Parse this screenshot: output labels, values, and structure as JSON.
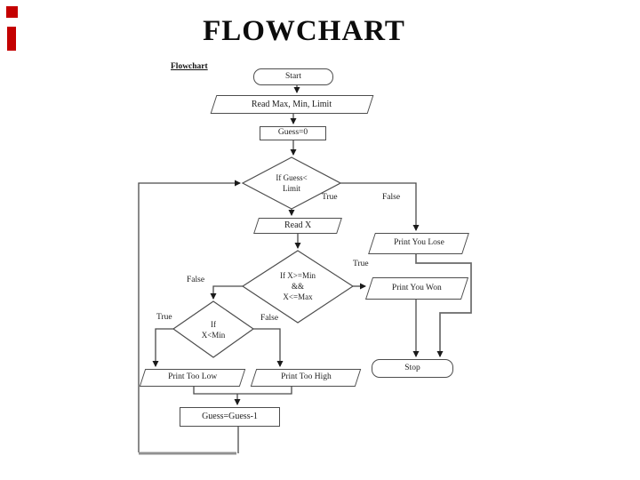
{
  "title": "FLOWCHART",
  "section_label": "Flowchart",
  "decorations": {
    "red_square_color": "#c40000",
    "red_bar_color": "#c40000"
  },
  "flowchart": {
    "nodes": {
      "start": {
        "type": "terminator",
        "label": "Start"
      },
      "read_max": {
        "type": "io",
        "label": "Read Max, Min, Limit"
      },
      "guess_init": {
        "type": "process",
        "label": "Guess=0"
      },
      "decision_limit": {
        "type": "decision",
        "label": "If Guess<\nLimit"
      },
      "read_x": {
        "type": "io",
        "label": "Read X"
      },
      "print_you_lose": {
        "type": "io",
        "label": "Print You Lose"
      },
      "decision_range": {
        "type": "decision",
        "label": "If X>=Min\n&&\nX<=Max"
      },
      "print_you_won": {
        "type": "io",
        "label": "Print You Won"
      },
      "decision_min": {
        "type": "decision",
        "label": "If\nX<Min"
      },
      "print_too_low": {
        "type": "io",
        "label": "Print Too Low"
      },
      "print_too_high": {
        "type": "io",
        "label": "Print Too High"
      },
      "guess_decrement": {
        "type": "process",
        "label": "Guess=Guess-1"
      },
      "stop": {
        "type": "terminator",
        "label": "Stop"
      }
    },
    "branch_labels": {
      "limit_true": "True",
      "limit_false": "False",
      "range_true": "True",
      "range_false": "False",
      "min_true": "True",
      "min_false": "False"
    },
    "line_color": "#4a4a4a",
    "loop_bottom_color": "#919191"
  }
}
